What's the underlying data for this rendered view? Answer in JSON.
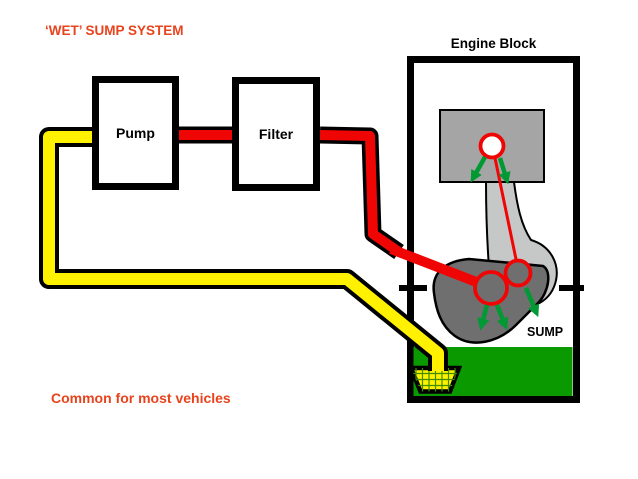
{
  "title": "‘WET’ SUMP SYSTEM",
  "caption": "Common for most vehicles",
  "labels": {
    "pump": "Pump",
    "filter": "Filter",
    "engine_block": "Engine Block",
    "sump": "SUMP"
  },
  "colors": {
    "accent_text": "#e8431d",
    "pipe_red": "#f00505",
    "pipe_yellow": "#fff100",
    "oil_green": "#0a9a00",
    "arrow_green": "#009933",
    "piston_gray": "#a5a5a5",
    "rod_gray": "#c6c8c7",
    "crank_gray": "#6f6f6f",
    "strainer_grid_green": "#3e8e00",
    "outline": "#000000"
  }
}
